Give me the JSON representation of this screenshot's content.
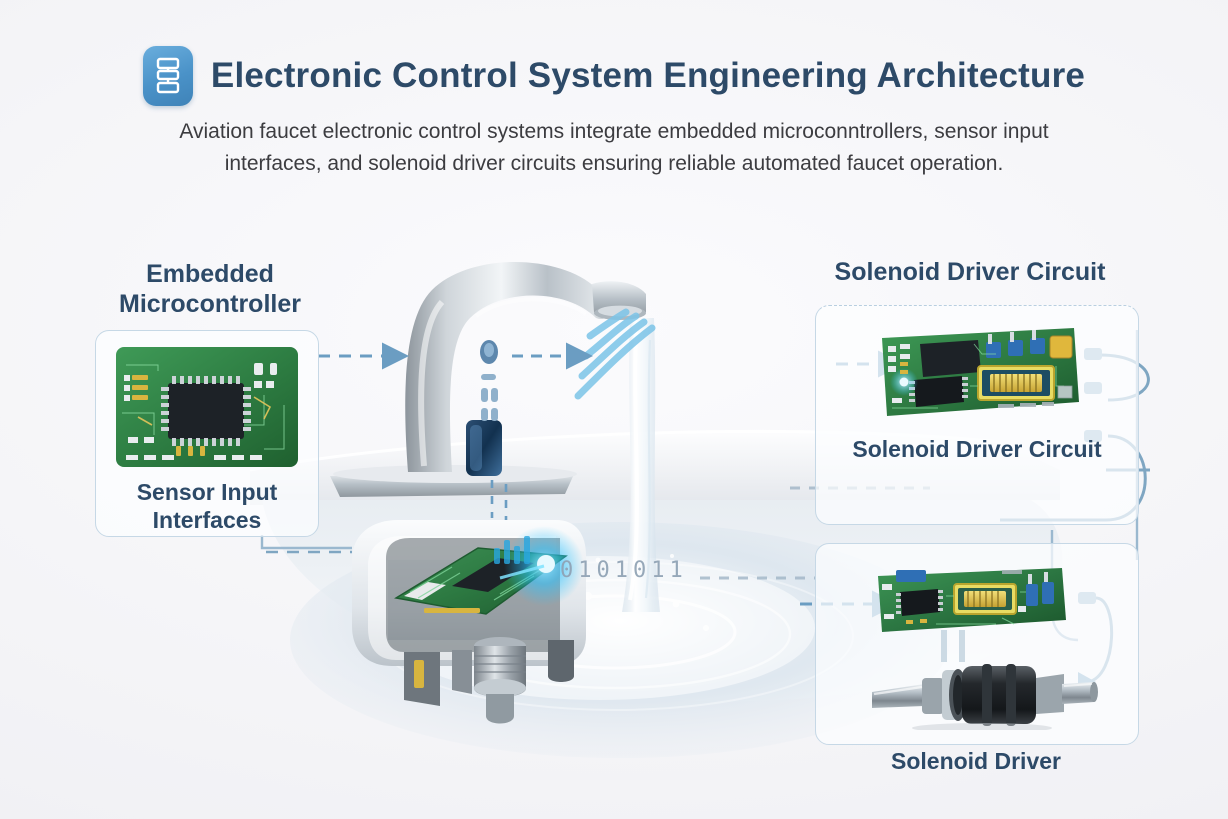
{
  "header": {
    "icon": "sitemap-badge-icon",
    "title": "Electronic Control System Engineering Architecture",
    "subtitle": "Aviation faucet electronic control systems integrate embedded microconntrollers, sensor input interfaces, and solenoid driver circuits ensuring reliable automated faucet operation."
  },
  "nodes": {
    "left": {
      "heading": "Embedded Microcontroller",
      "caption": "Sensor Input Interfaces",
      "image": "microcontroller-pcb-image"
    },
    "right_top": {
      "heading": "Solenoid Driver Circuit",
      "caption": "Solenoid Driver Circuit",
      "image": "solenoid-driver-pcb-image"
    },
    "right_bottom": {
      "caption": "Solenoid Driver",
      "image": "solenoid-valve-image"
    },
    "center": {
      "faucet": "sensor-faucet-image",
      "controller": "control-module-cutaway-image",
      "binary_stream": "0101011"
    }
  },
  "colors": {
    "background": "#f2f2f5",
    "title": "#2d4a68",
    "subtitle": "#3c3c40",
    "accent_blue": "#5b8fb5",
    "card_border": "#c6d8e6",
    "badge": "#4a92c8",
    "pcb_green": "#2f7a44",
    "wire": "#7fa6c2",
    "glow_cyan": "#29c3ff"
  }
}
